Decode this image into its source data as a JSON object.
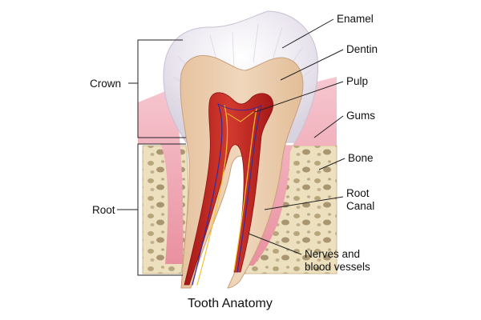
{
  "title": "Tooth Anatomy",
  "brackets": {
    "crown": "Crown",
    "root": "Root"
  },
  "labels": {
    "enamel": "Enamel",
    "dentin": "Dentin",
    "pulp": "Pulp",
    "gums": "Gums",
    "bone": "Bone",
    "root_canal_line1": "Root",
    "root_canal_line2": "Canal",
    "nerves_line1": "Nerves and",
    "nerves_line2": "blood vessels"
  }
}
